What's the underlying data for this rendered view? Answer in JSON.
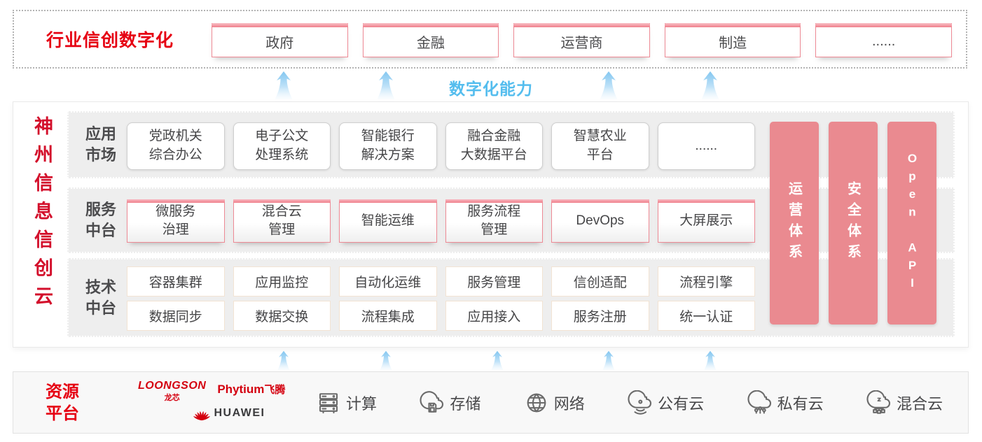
{
  "top": {
    "title": "行业信创数字化",
    "industries": [
      "政府",
      "金融",
      "运营商",
      "制造",
      "......"
    ]
  },
  "capability": {
    "label": "数字化能力"
  },
  "platform": {
    "title": "神州信息信创云",
    "app_market": {
      "label1": "应用",
      "label2": "市场",
      "items": [
        {
          "line1": "党政机关",
          "line2": "综合办公"
        },
        {
          "line1": "电子公文",
          "line2": "处理系统"
        },
        {
          "line1": "智能银行",
          "line2": "解决方案"
        },
        {
          "line1": "融合金融",
          "line2": "大数据平台"
        },
        {
          "line1": "智慧农业",
          "line2": "平台"
        },
        {
          "line1": "......",
          "line2": ""
        }
      ]
    },
    "service": {
      "label1": "服务",
      "label2": "中台",
      "items": [
        {
          "line1": "微服务",
          "line2": "治理"
        },
        {
          "line1": "混合云",
          "line2": "管理"
        },
        {
          "line1": "智能运维",
          "line2": ""
        },
        {
          "line1": "服务流程",
          "line2": "管理"
        },
        {
          "line1": "DevOps",
          "line2": ""
        },
        {
          "line1": "大屏展示",
          "line2": ""
        }
      ]
    },
    "tech": {
      "label1": "技术",
      "label2": "中台",
      "row_a": [
        "容器集群",
        "应用监控",
        "自动化运维",
        "服务管理",
        "信创适配",
        "流程引擎"
      ],
      "row_b": [
        "数据同步",
        "数据交换",
        "流程集成",
        "应用接入",
        "服务注册",
        "统一认证"
      ]
    },
    "pillars": [
      "运营体系",
      "安全体系",
      "Open API"
    ]
  },
  "resources": {
    "title1": "资源",
    "title2": "平台",
    "vendors": {
      "loongson": {
        "name": "LOONGSON",
        "sub": "龙芯"
      },
      "phytium": {
        "name": "Phytium",
        "sub": "飞腾"
      },
      "huawei": {
        "name": "HUAWEI"
      }
    },
    "items": [
      {
        "icon": "server-icon",
        "label": "计算"
      },
      {
        "icon": "storage-icon",
        "label": "存储"
      },
      {
        "icon": "network-icon",
        "label": "网络"
      },
      {
        "icon": "public-cloud-icon",
        "label": "公有云"
      },
      {
        "icon": "private-cloud-icon",
        "label": "私有云"
      },
      {
        "icon": "hybrid-cloud-icon",
        "label": "混合云"
      }
    ]
  },
  "colors": {
    "brand_red": "#e60012",
    "pillar_pink": "#ea8a90",
    "capability_blue": "#54bdee",
    "row_gray": "#eeeeee"
  }
}
